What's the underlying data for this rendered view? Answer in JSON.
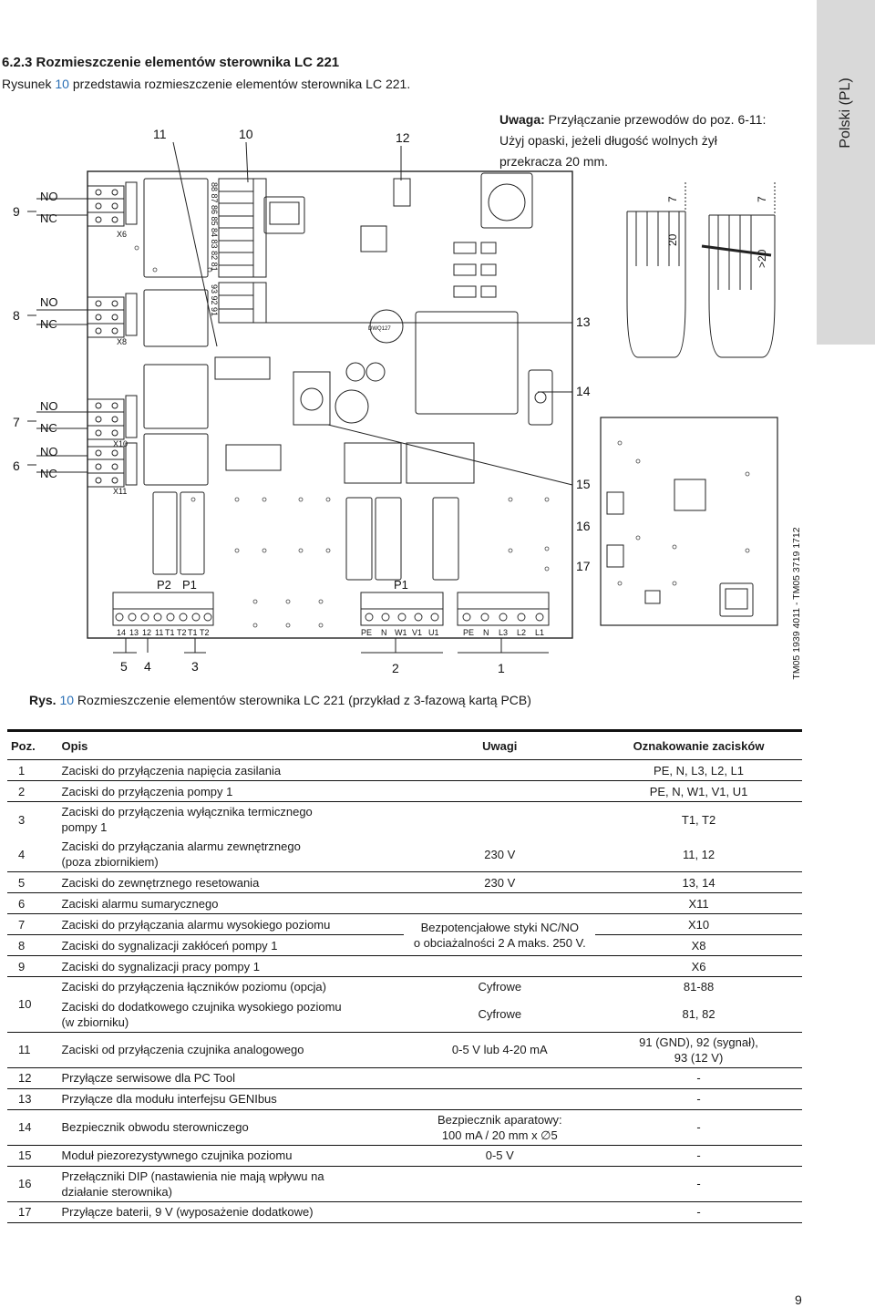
{
  "section_title": "6.2.3 Rozmieszczenie elementów sterownika LC 221",
  "intro": {
    "before": "Rysunek ",
    "ref": "10",
    "after": " przedstawia rozmieszczenie elementów sterownika LC 221."
  },
  "note": {
    "label": "Uwaga:",
    "line1": " Przyłączanie przewodów do poz. 6-11:",
    "line2": "Użyj opaski, jeżeli długość wolnych żył",
    "line3": "przekracza 20 mm."
  },
  "side_tab": "Polski (PL)",
  "doc_code": "TM05 1939 4011 - TM05 3719 1712",
  "figure": {
    "callouts": {
      "c1": "1",
      "c2": "2",
      "c3": "3",
      "c4": "4",
      "c5": "5",
      "c6": "6",
      "c7": "7",
      "c8": "8",
      "c9": "9",
      "c10": "10",
      "c11": "11",
      "c12": "12",
      "c13": "13",
      "c14": "14",
      "c15": "15",
      "c16": "16",
      "c17": "17"
    },
    "relays": {
      "no": "NO",
      "nc": "NC",
      "x6": "X6",
      "x8": "X8",
      "x10": "X10",
      "x11": "X11"
    },
    "terminal_block_numbers": "88 87 86 85 84 83 82 81",
    "analog_numbers": "93 92 91",
    "chip_label": "DWQ127",
    "potentiometer_labels": {
      "p2": "P2",
      "p1_left": "P1",
      "p1_right": "P1"
    },
    "bottom_terminals": {
      "left": [
        "14",
        "13",
        "12",
        "11",
        "T1",
        "T2",
        "T1",
        "T2"
      ],
      "mid": [
        "PE",
        "N",
        "W1",
        "V1",
        "U1"
      ],
      "right": [
        "PE",
        "N",
        "L3",
        "L2",
        "L1"
      ]
    },
    "dimensions": {
      "d7a": "7",
      "d20": "20",
      "d7b": "7",
      "d20gt": ">20"
    }
  },
  "caption": {
    "label": "Rys. ",
    "ref": "10",
    "text": " Rozmieszczenie elementów sterownika LC 221 (przykład z 3-fazową kartą PCB)"
  },
  "table": {
    "headers": {
      "pos": "Poz.",
      "desc": "Opis",
      "notes": "Uwagi",
      "terminals": "Oznakowanie zacisków"
    },
    "rows": {
      "r1": {
        "pos": "1",
        "desc": "Zaciski do przyłączenia napięcia zasilania",
        "terminals": "PE, N, L3, L2, L1"
      },
      "r2": {
        "pos": "2",
        "desc": "Zaciski do przyłączenia pompy 1",
        "terminals": "PE, N, W1, V1, U1"
      },
      "r3": {
        "pos": "3",
        "desc_a": "Zaciski do przyłączenia wyłącznika termicznego",
        "desc_b": "pompy 1",
        "terminals": "T1, T2"
      },
      "r4": {
        "pos": "4",
        "desc_a": "Zaciski do przyłączania alarmu zewnętrznego",
        "desc_b": "(poza zbiornikiem)",
        "notes": "230 V",
        "terminals": "11, 12"
      },
      "r5": {
        "pos": "5",
        "desc": "Zaciski do zewnętrznego resetowania",
        "notes": "230 V",
        "terminals": "13, 14"
      },
      "r6": {
        "pos": "6",
        "desc": "Zaciski alarmu sumarycznego",
        "terminals": "X11"
      },
      "r7": {
        "pos": "7",
        "desc": "Zaciski do przyłączania alarmu wysokiego poziomu",
        "notes_a": "Bezpotencjałowe styki NC/NO",
        "notes_b": "o obciażalności 2 A maks. 250 V.",
        "terminals": "X10"
      },
      "r8": {
        "pos": "8",
        "desc": "Zaciski do sygnalizacji zakłóceń pompy 1",
        "terminals": "X8"
      },
      "r9": {
        "pos": "9",
        "desc": "Zaciski do sygnalizacji pracy pompy 1",
        "terminals": "X6"
      },
      "r10a": {
        "pos": "10",
        "desc": "Zaciski do przyłączenia łączników poziomu (opcja)",
        "notes": "Cyfrowe",
        "terminals": "81-88"
      },
      "r10b": {
        "desc_a": "Zaciski do dodatkowego czujnika wysokiego poziomu",
        "desc_b": "(w zbiorniku)",
        "notes": "Cyfrowe",
        "terminals": "81, 82"
      },
      "r11": {
        "pos": "11",
        "desc": "Zaciski od przyłączenia czujnika analogowego",
        "notes": "0-5 V lub 4-20 mA",
        "terminals_a": "91 (GND), 92 (sygnał),",
        "terminals_b": "93 (12 V)"
      },
      "r12": {
        "pos": "12",
        "desc": "Przyłącze serwisowe dla PC Tool",
        "terminals": "-"
      },
      "r13": {
        "pos": "13",
        "desc": "Przyłącze dla modułu interfejsu GENIbus",
        "terminals": "-"
      },
      "r14": {
        "pos": "14",
        "desc": "Bezpiecznik obwodu sterowniczego",
        "notes_a": "Bezpiecznik aparatowy:",
        "notes_b": "100 mA / 20 mm x ∅5",
        "terminals": "-"
      },
      "r15": {
        "pos": "15",
        "desc": "Moduł piezorezystywnego czujnika poziomu",
        "notes": "0-5 V",
        "terminals": "-"
      },
      "r16": {
        "pos": "16",
        "desc_a": "Przełączniki DIP (nastawienia nie mają wpływu na",
        "desc_b": "działanie sterownika)",
        "terminals": "-"
      },
      "r17": {
        "pos": "17",
        "desc": "Przyłącze baterii, 9 V (wyposażenie dodatkowe)",
        "terminals": "-"
      }
    }
  },
  "page_number": "9"
}
